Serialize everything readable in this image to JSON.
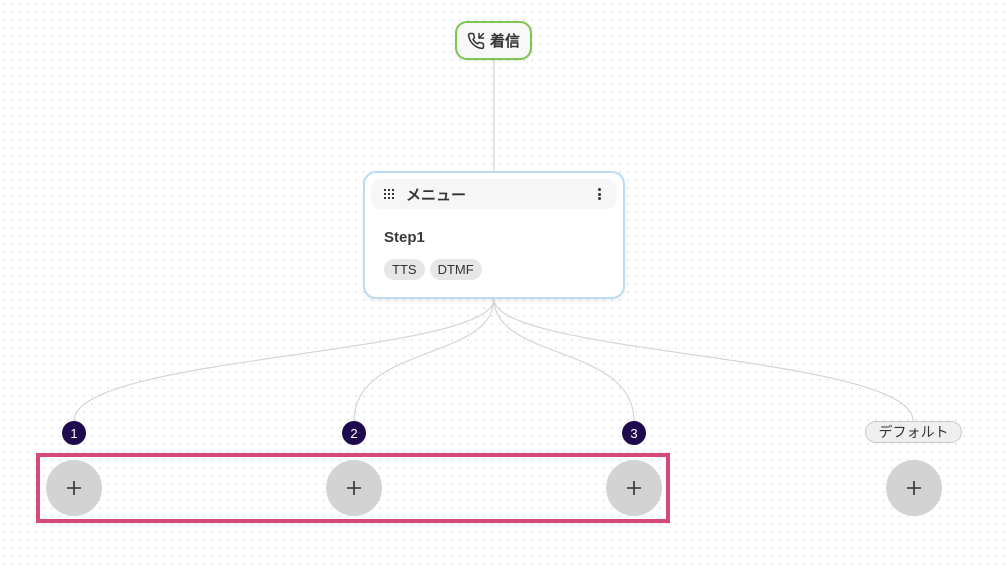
{
  "start_node": {
    "label": "着信",
    "icon": "incoming-call-icon",
    "border_color": "#7cc552"
  },
  "menu_node": {
    "title": "メニュー",
    "icon": "grip-icon",
    "more_icon": "more-vertical-icon",
    "step": "Step1",
    "tags": [
      "TTS",
      "DTMF"
    ],
    "border_color": "#bcdcf5"
  },
  "branches": [
    {
      "label": "1",
      "type": "number",
      "add_label": "+"
    },
    {
      "label": "2",
      "type": "number",
      "add_label": "+"
    },
    {
      "label": "3",
      "type": "number",
      "add_label": "+"
    },
    {
      "label": "デフォルト",
      "type": "default",
      "add_label": "+"
    }
  ],
  "colors": {
    "badge": "#1f0a4d",
    "highlight": "#d5497b",
    "add_button": "#d3d3d3",
    "edge": "#d6d6d6"
  }
}
